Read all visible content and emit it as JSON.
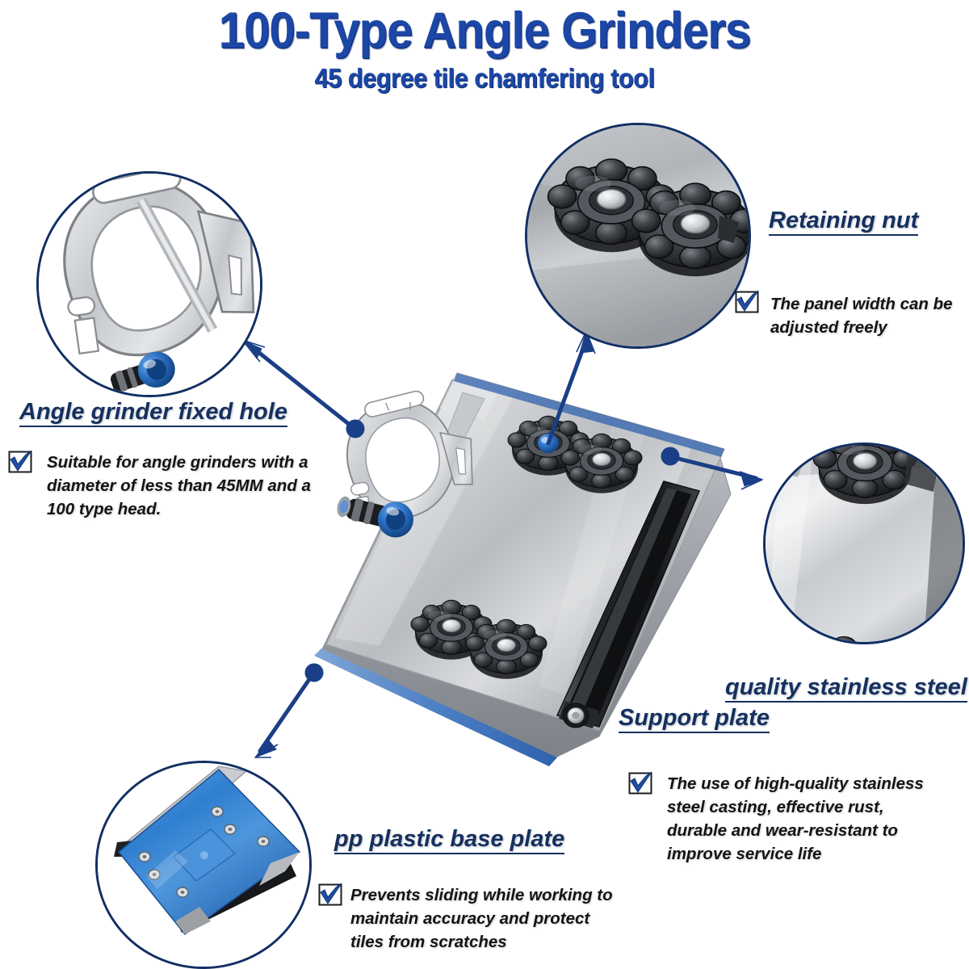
{
  "poster": {
    "title": "100-Type Angle Grinders",
    "subtitle": "45 degree tile chamfering tool",
    "title_color": "#1c47a6",
    "heading_color": "#16305e",
    "accent_color": "#1d5fbf",
    "background_color": "#ffffff"
  },
  "callouts": [
    {
      "id": "angle-grinder-fixed-hole",
      "heading": "Angle grinder fixed hole",
      "body": "Suitable for angle grinders with a diameter of less than 45MM and a 100 type head.",
      "check_icon": "check-mark-icon"
    },
    {
      "id": "retaining-nut",
      "heading": "Retaining nut",
      "body": "The panel width can be adjusted freely",
      "check_icon": "check-mark-icon"
    },
    {
      "id": "quality-stainless-steel-support-plate",
      "heading_line1": "quality stainless steel",
      "heading_line2": "Support plate",
      "body": "The use of high-quality stainless steel casting, effective rust, durable and wear-resistant to improve service life",
      "check_icon": "check-mark-icon"
    },
    {
      "id": "pp-plastic-base-plate",
      "heading": "pp plastic base plate",
      "body": "Prevents sliding while working to maintain accuracy and protect tiles from scratches",
      "check_icon": "check-mark-icon"
    }
  ],
  "images": {
    "main_product": "angle-grinder-tile-chamfering-jig-photo",
    "detail_clamp_ring": "clamp-ring-fixed-hole-detail",
    "detail_knobs": "retaining-nut-knobs-detail",
    "detail_steel": "stainless-steel-surface-detail",
    "detail_base": "blue-pp-plastic-base-plate-detail"
  }
}
